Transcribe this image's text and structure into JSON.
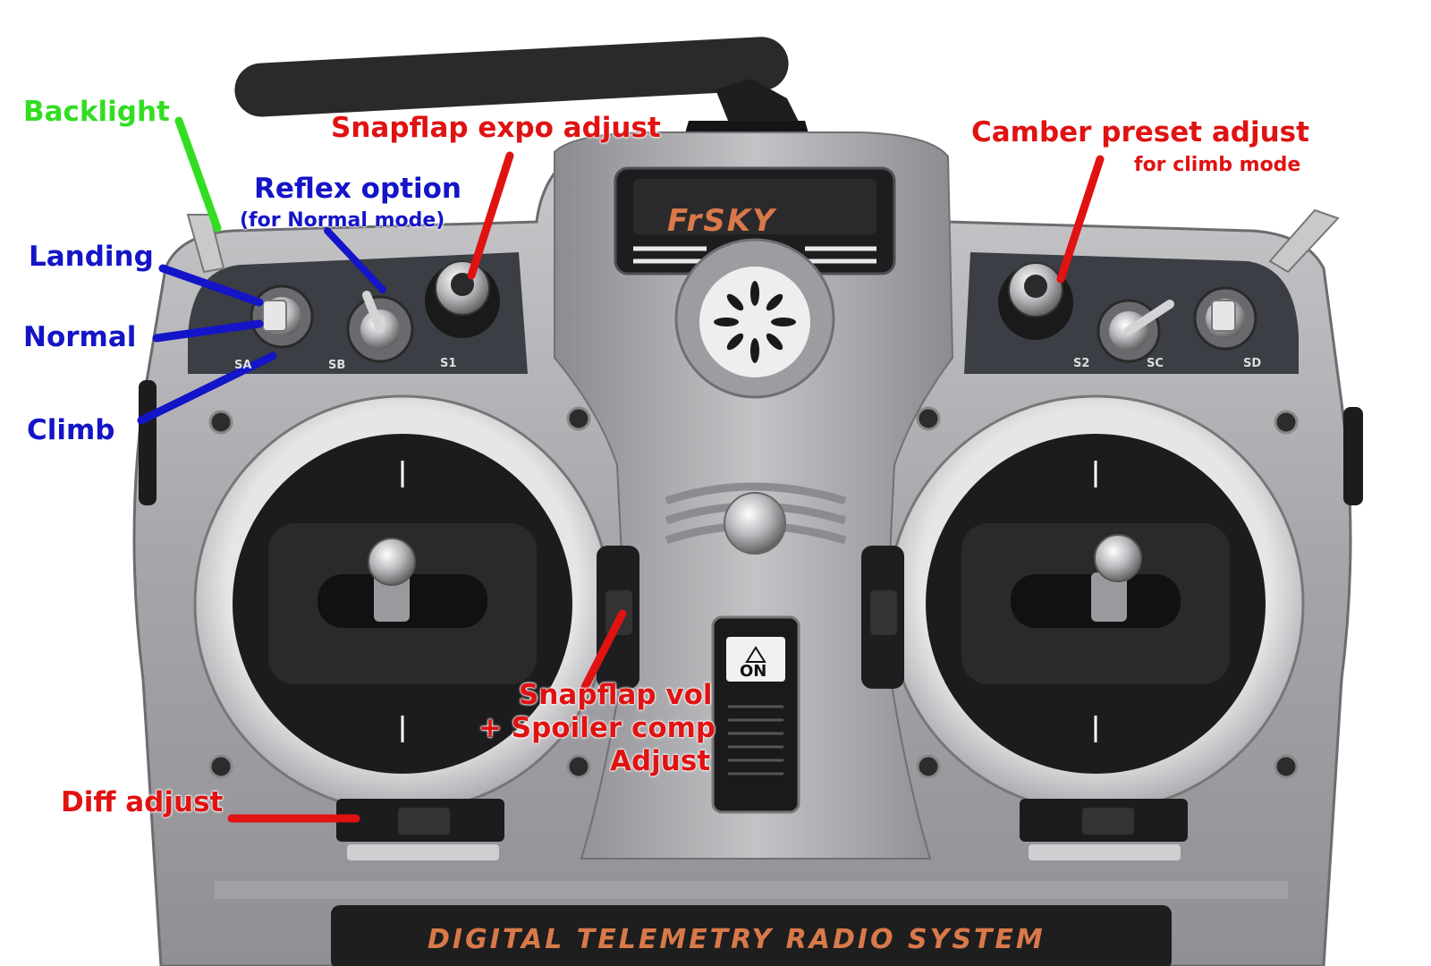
{
  "colors": {
    "green": "#33dd22",
    "blue": "#1414c8",
    "red": "#e01212",
    "body_silver": "#a9a9ad",
    "panel_dark": "#3b3e44",
    "brand_orange": "#d9794a"
  },
  "brand": "FrSKY",
  "power_switch": "ON",
  "bottom_banner": "DIGITAL TELEMETRY RADIO SYSTEM",
  "switch_labels": {
    "sa": "SA",
    "sb": "SB",
    "s1": "S1",
    "s2": "S2",
    "sc": "SC",
    "sd": "SD"
  },
  "callouts": {
    "backlight": "Backlight",
    "landing": "Landing",
    "normal": "Normal",
    "climb": "Climb",
    "reflex_title": "Reflex option",
    "reflex_sub": "(for Normal mode)",
    "snapflap_expo": "Snapflap expo adjust",
    "camber_title": "Camber preset adjust",
    "camber_sub": "for climb mode",
    "snapflap_vol_1": "Snapflap vol",
    "snapflap_vol_2": "+ Spoiler comp",
    "snapflap_vol_3": "Adjust",
    "diff_adjust": "Diff adjust"
  }
}
